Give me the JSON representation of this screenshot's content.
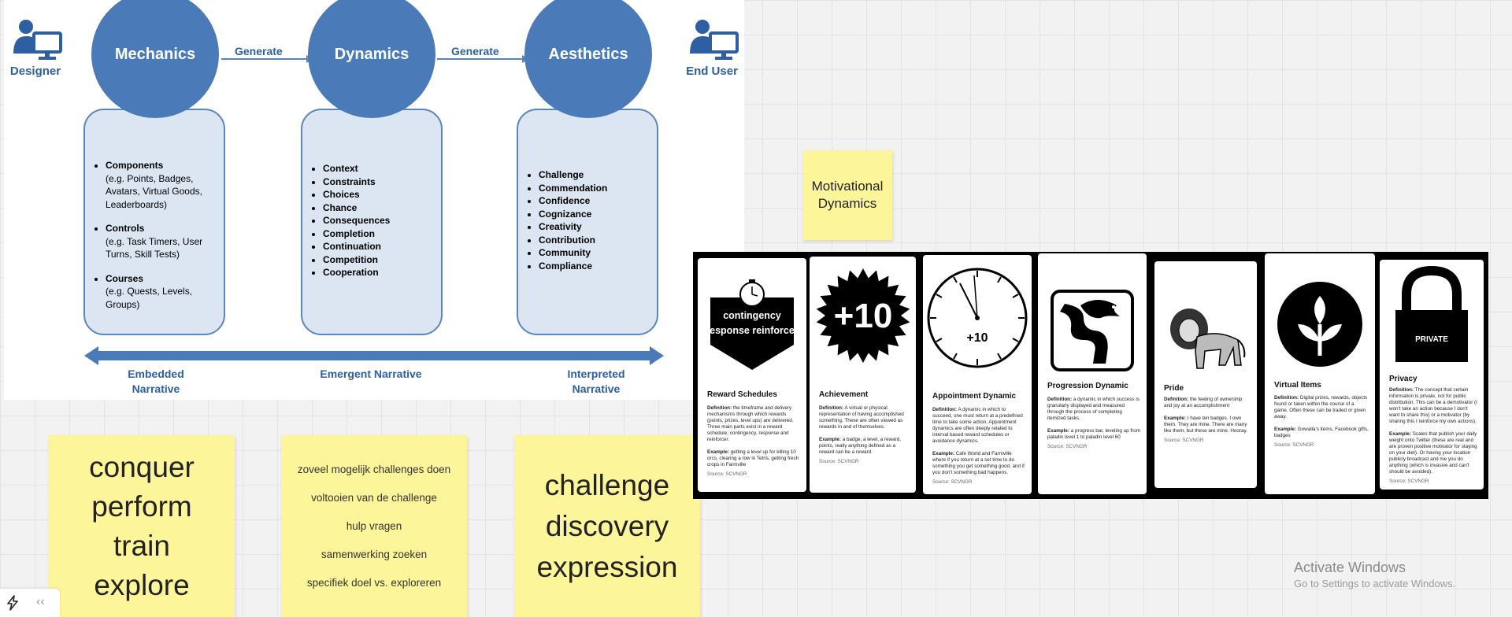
{
  "diagram": {
    "designer_label": "Designer",
    "enduser_label": "End User",
    "mechanics": {
      "title": "Mechanics",
      "items": [
        {
          "label": "Components",
          "sub": "(e.g. Points, Badges, Avatars, Virtual Goods, Leaderboards)"
        },
        {
          "label": "Controls",
          "sub": "(e.g. Task Timers, User Turns, Skill Tests)"
        },
        {
          "label": "Courses",
          "sub": "(e.g. Quests, Levels, Groups)"
        }
      ]
    },
    "dynamics": {
      "title": "Dynamics",
      "items": [
        "Context",
        "Constraints",
        "Choices",
        "Chance",
        "Consequences",
        "Completion",
        "Continuation",
        "Competition",
        "Cooperation"
      ]
    },
    "aesthetics": {
      "title": "Aesthetics",
      "items": [
        "Challenge",
        "Commendation",
        "Confidence",
        "Cognizance",
        "Creativity",
        "Contribution",
        "Community",
        "Compliance"
      ]
    },
    "generate_1": "Generate",
    "generate_2": "Generate",
    "narrative": {
      "embedded": "Embedded Narrative",
      "emergent": "Emergent Narrative",
      "interpreted": "Interpreted Narrative"
    }
  },
  "stickies": {
    "motivational": "Motivational Dynamics",
    "left_words": [
      "conquer",
      "perform",
      "train",
      "explore"
    ],
    "middle_lines": [
      "zoveel mogelijk challenges doen",
      "voltooien van de challenge",
      "hulp vragen",
      "samenwerking zoeken",
      "specifiek doel vs. exploreren"
    ],
    "right_words": [
      "challenge",
      "discovery",
      "expression"
    ]
  },
  "cards": [
    {
      "badge": "contingency response reinforcer",
      "title": "Reward Schedules",
      "definition": "the timeframe and delivery mechanisms through which rewards (points, prizes, level ups) are delivered. Three main parts exist in a reward schedule; contingency, response and reinforcer.",
      "example": "getting a level up for killing 10 orcs, clearing a row in Tetris, getting fresh crops in Farmville",
      "source": "Source: SCVNGR"
    },
    {
      "badge": "+10",
      "title": "Achievement",
      "definition": "A virtual or physical representation of having accomplished something. These are often viewed as rewards in and of themselves.",
      "example": "a badge, a level, a reward, points, really anything defined as a reward can be a reward.",
      "source": "Source: SCVNGR"
    },
    {
      "badge": "+10",
      "title": "Appointment Dynamic",
      "definition": "A dynamic in which to succeed, one must return at a predefined time to take some action. Appointment dynamics are often deeply related to interval based reward schedules or avoidance dynamics.",
      "example": "Cafe World and Farmville where if you return at a set time to do something you get something good, and if you don't something bad happens.",
      "source": "Source: SCVNGR"
    },
    {
      "badge": "",
      "title": "Progression Dynamic",
      "definition": "a dynamic in which success is granularly displayed and measured through the process of completing itemized tasks.",
      "example": "a progress bar, leveling up from paladin level 1 to paladin level 60",
      "source": "Source: SCVNGR"
    },
    {
      "badge": "",
      "title": "Pride",
      "definition": "the feeling of ownership and joy at an accomplishment",
      "example": "I have ten badges. I own them. They are mine. There are many like them, but these are mine. Hooray.",
      "source": "Source: SCVNGR"
    },
    {
      "badge": "",
      "title": "Virtual Items",
      "definition": "Digital prizes, rewards, objects found or taken within the course of a game. Often these can be traded or given away.",
      "example": "Gowalla's items, Facebook gifts, badges",
      "source": "Source: SCVNGR"
    },
    {
      "badge": "PRIVATE",
      "title": "Privacy",
      "definition": "The concept that certain information is private, not for public distribution. This can be a demotivator (I won't take an action because I don't want to share this) or a motivator (by sharing this I reinforce my own actions).",
      "example": "Scales that publish your daily weight onto Twitter (these are real and are proven positive motivator for staying on your diet). Or having your location publicly broadcast and me you do anything (which is invasive and can't should be avoided).",
      "source": "Source: SCVNGR"
    }
  ],
  "windows": {
    "line1": "Activate Windows",
    "line2": "Go to Settings to activate Windows."
  },
  "toolbar": {
    "collapse": "‹‹"
  },
  "colors": {
    "diagram_blue": "#4a7ab8",
    "card_fill": "#dce6f2",
    "sticky": "#fdf59a"
  }
}
